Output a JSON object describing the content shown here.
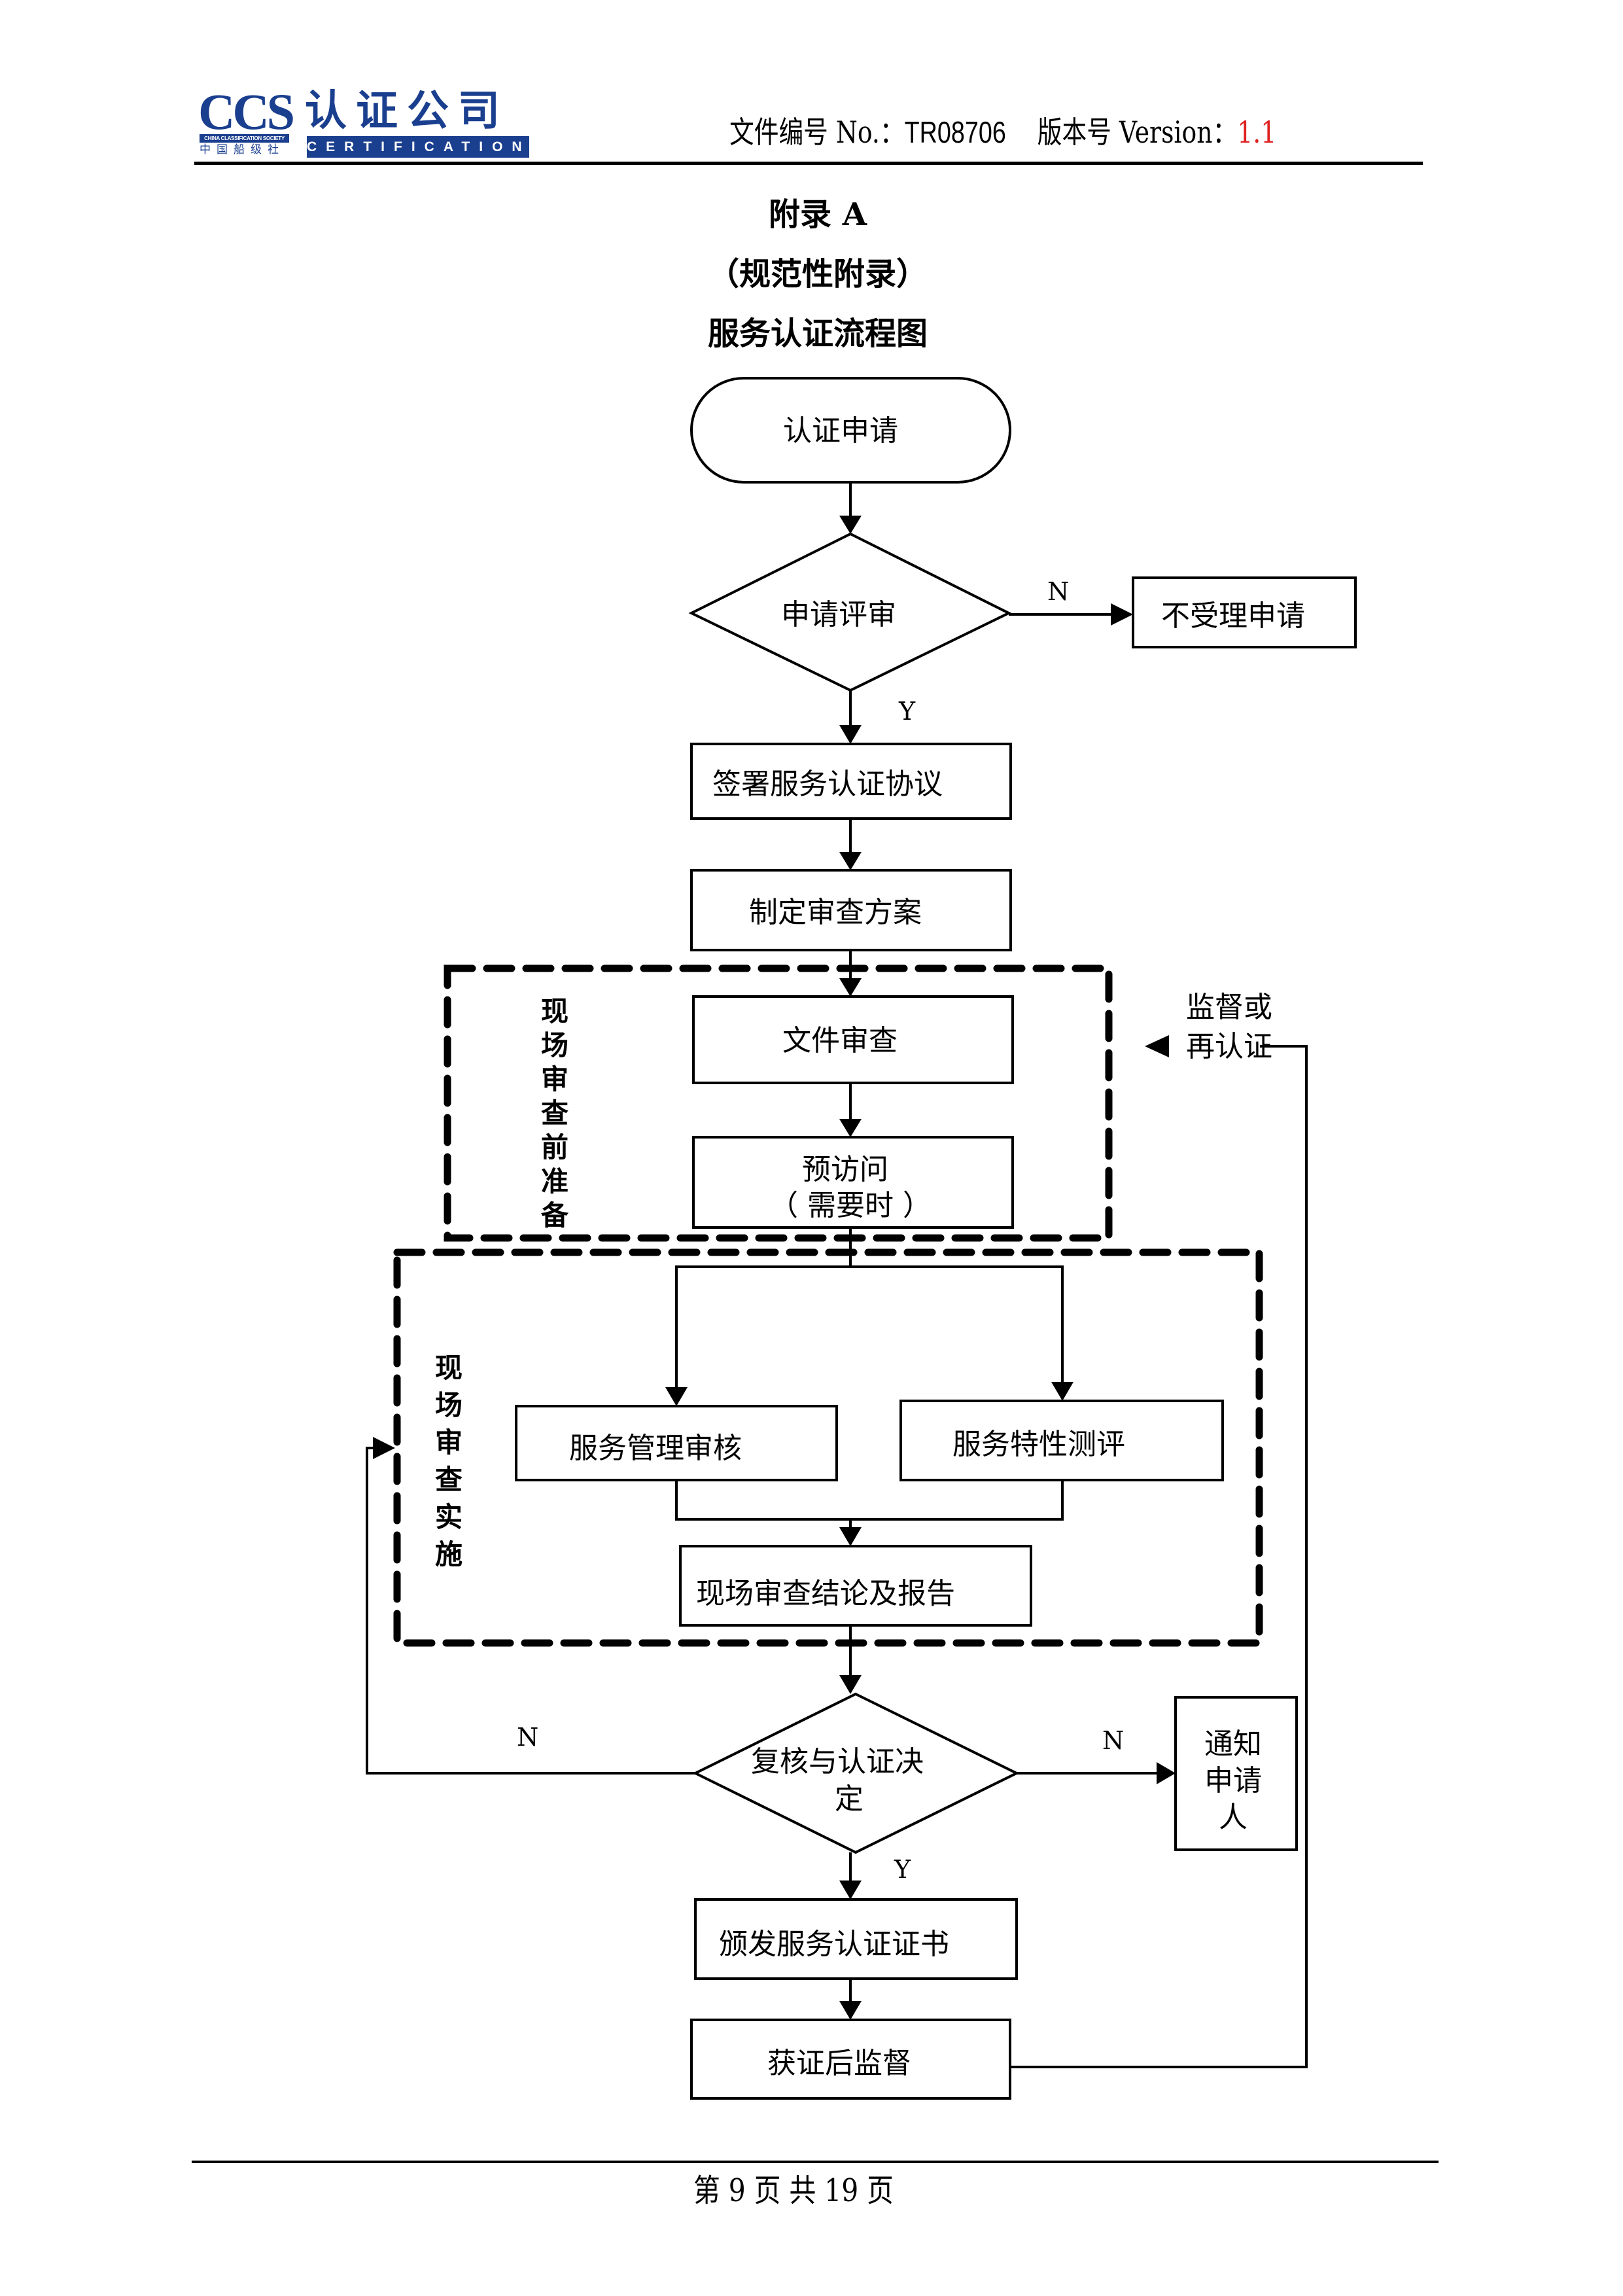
{
  "header": {
    "logo": {
      "ccs": "CCS",
      "society_en": "CHINA CLASSIFICATION SOCIETY",
      "society_cn": "中国船级社",
      "company_cn": "认证公司",
      "company_en": "CERTIFICATION"
    },
    "doc_no_label": "文件编号 No.：",
    "doc_no": "TR08706",
    "version_label": "版本号 Version：",
    "version": "1.1"
  },
  "colors": {
    "brand": "#1b3f8f",
    "accent_red": "#e02020",
    "line": "#000000"
  },
  "titles": {
    "appendix": "附录 A",
    "appendix_type": "（规范性附录）",
    "diagram_title": "服务认证流程图"
  },
  "flow": {
    "nodes": {
      "apply": "认证申请",
      "review": "申请评审",
      "reject": "不受理申请",
      "sign": "签署服务认证协议",
      "plan": "制定审查方案",
      "doc_review": "文件审查",
      "pre_visit_l1": "预访问",
      "pre_visit_l2": "（ 需要时 ）",
      "mgmt_audit": "服务管理审核",
      "char_eval": "服务特性测评",
      "conclusion": "现场审查结论及报告",
      "decision_l1": "复核与认证决",
      "decision_l2": "定",
      "notify_l1": "通知",
      "notify_l2": "申请",
      "notify_l3": "人",
      "issue": "颁发服务认证证书",
      "supervise": "获证后监督"
    },
    "groups": {
      "prep": [
        "现",
        "场",
        "审",
        "查",
        "前",
        "准",
        "备"
      ],
      "onsite": [
        "现",
        "场",
        "审",
        "查",
        "实",
        "施"
      ]
    },
    "side_label_l1": "监督或",
    "side_label_l2": "再认证",
    "edge_labels": {
      "review_no": "N",
      "review_yes": "Y",
      "decision_no_left": "N",
      "decision_no_right": "N",
      "decision_yes": "Y"
    }
  },
  "footer": {
    "page_label_prefix": "第",
    "page": "9",
    "page_label_mid": "页  共",
    "total": "19",
    "page_label_suffix": "页"
  }
}
